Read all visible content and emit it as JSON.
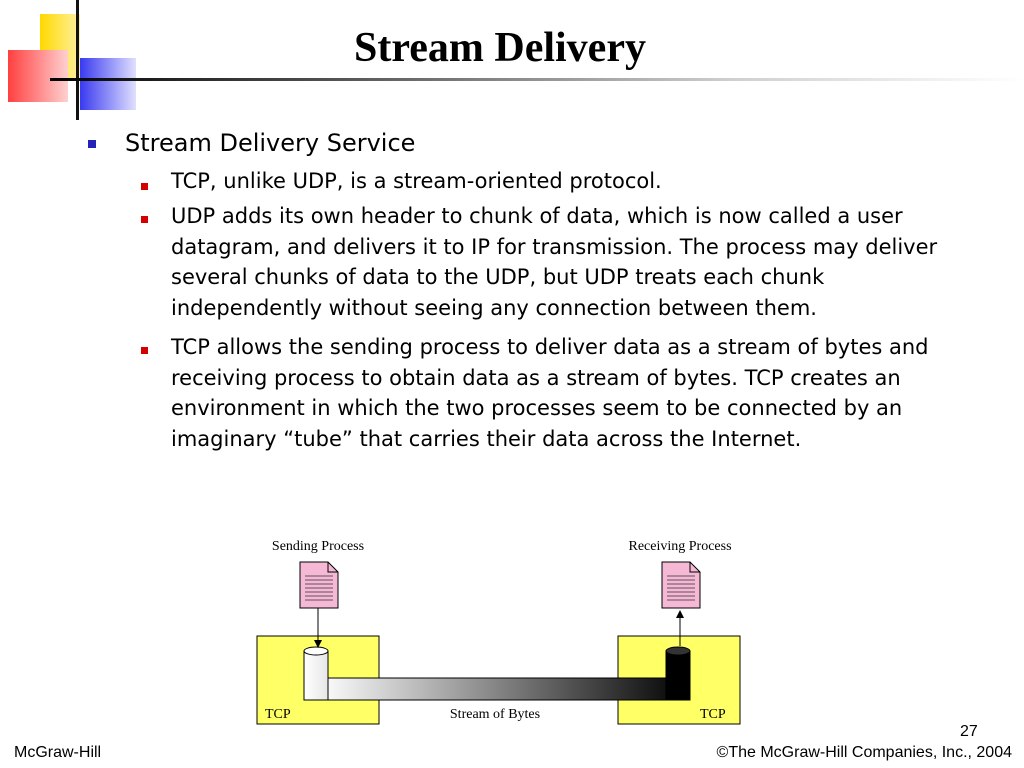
{
  "slide": {
    "title": "Stream Delivery",
    "heading": "Stream Delivery Service",
    "bullets": [
      "TCP, unlike UDP, is a stream-oriented protocol.",
      "UDP adds its own header to chunk of data, which is now called a user datagram, and delivers it to IP for transmission. The process may deliver several chunks of data to the UDP, but UDP treats each chunk independently without seeing any connection between them.",
      "TCP allows the sending process to deliver data as a stream of bytes and receiving process to obtain data as a stream of bytes. TCP creates an environment in which the two processes seem to be connected by an imaginary “tube” that carries their data across the Internet."
    ]
  },
  "diagram": {
    "sending_label": "Sending Process",
    "receiving_label": "Receiving Process",
    "tcp_left": "TCP",
    "tcp_right": "TCP",
    "stream_label": "Stream of Bytes"
  },
  "footer": {
    "left": "McGraw-Hill",
    "right": "©The McGraw-Hill Companies, Inc., 2004",
    "page_number": "27"
  },
  "colors": {
    "l1_bullet": "#2323b8",
    "l2_bullet": "#d40000",
    "tcp_box": "#ffff66",
    "document_fill": "#f5b8d5"
  }
}
